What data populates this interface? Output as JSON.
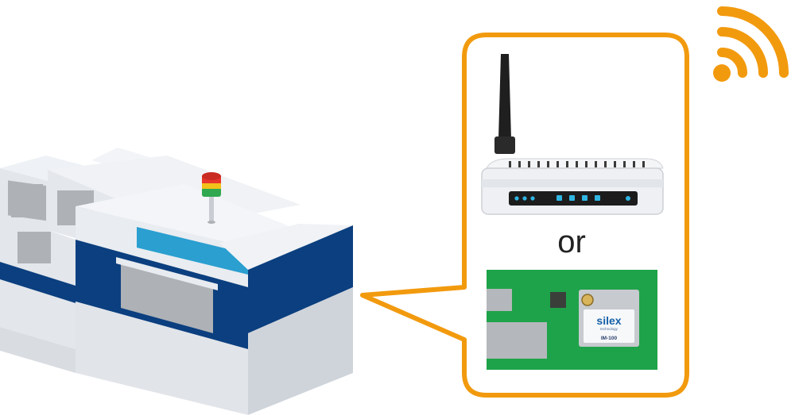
{
  "diagram": {
    "connector_word": "or",
    "module": {
      "brand": "silex",
      "brand_sub": "technology",
      "model": "IM-100"
    }
  },
  "colors": {
    "accent_orange": "#F29A0E",
    "machine_blue": "#0B3F7F",
    "screen_cyan": "#2A9FD0",
    "board_green": "#1FA34A",
    "brand_blue": "#1560A8"
  },
  "icons": [
    "wifi-signal-icon",
    "wireless-router-icon",
    "wireless-module-icon",
    "signal-tower-lamp-icon"
  ]
}
